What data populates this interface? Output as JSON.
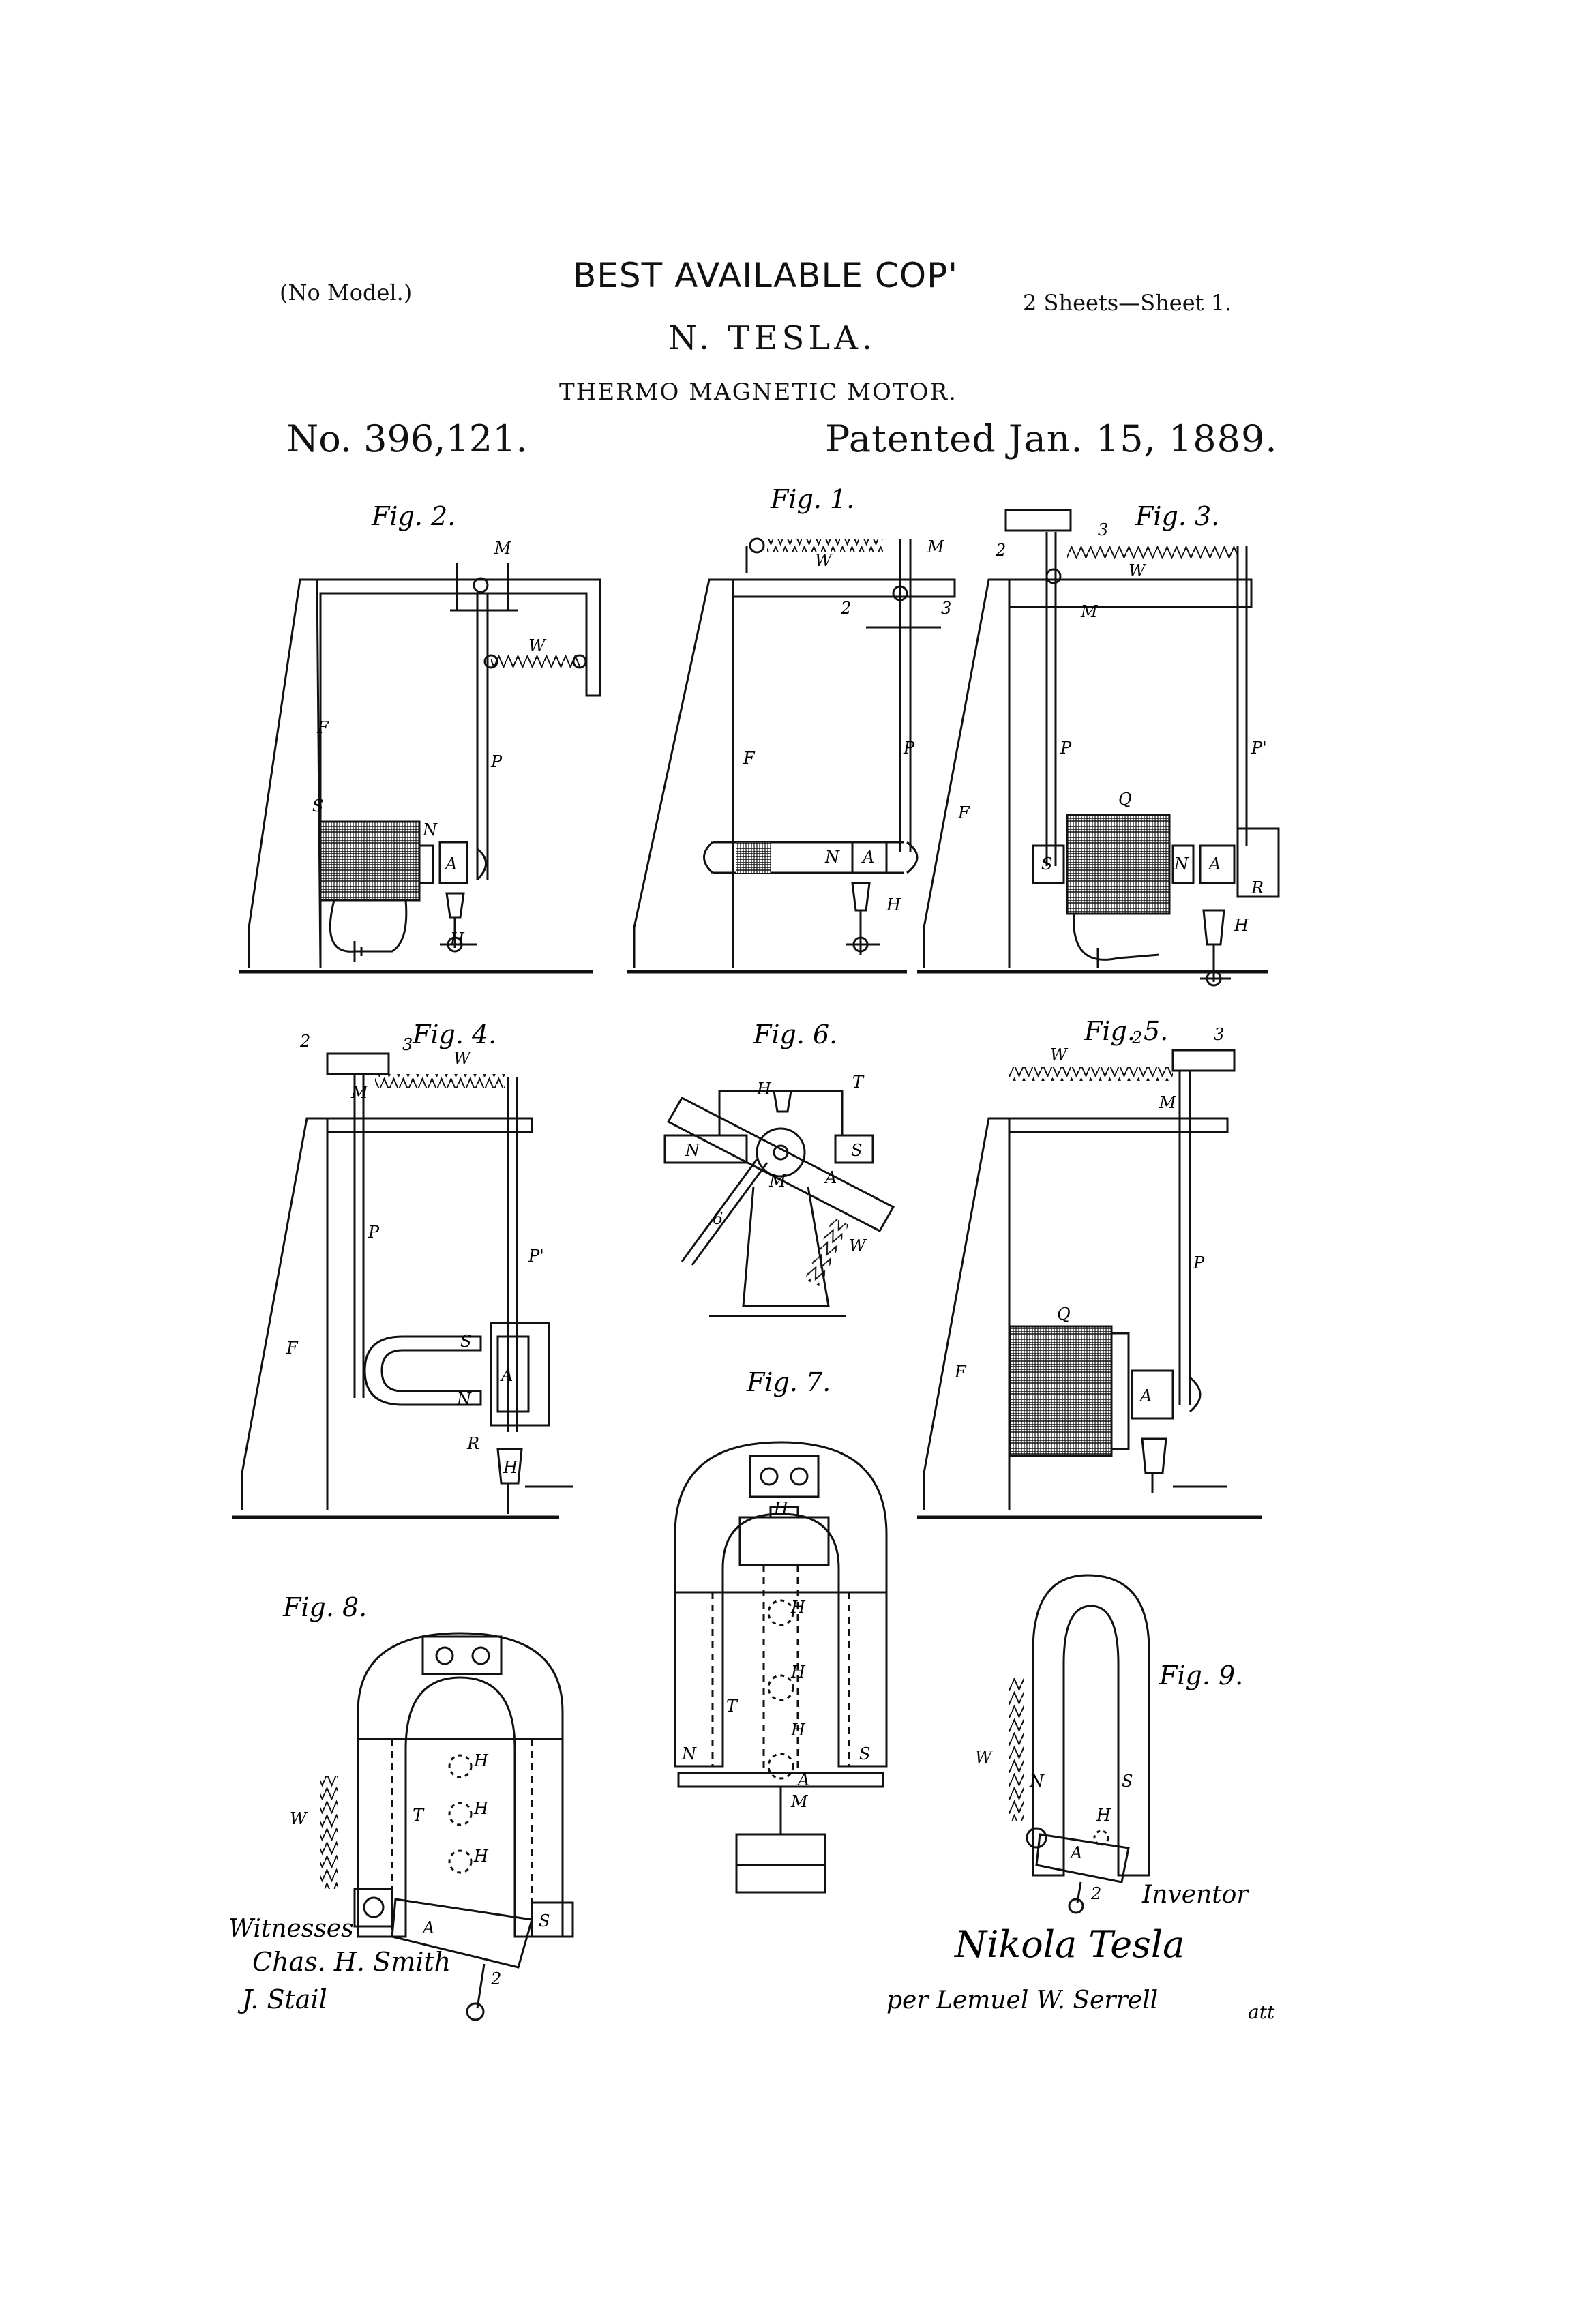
{
  "header": {
    "model": "(No Model.)",
    "stamp": "BEST AVAILABLE COP'",
    "sheets": "2 Sheets—Sheet 1.",
    "inventor": "N. TESLA.",
    "title": "THERMO MAGNETIC MOTOR.",
    "patent_number": "No. 396,121.",
    "patent_date": "Patented Jan. 15, 1889."
  },
  "figures": {
    "fig1": "Fig. 1.",
    "fig2": "Fig. 2.",
    "fig3": "Fig. 3.",
    "fig4": "Fig. 4.",
    "fig5": "Fig. 5.",
    "fig6": "Fig. 6.",
    "fig7": "Fig. 7.",
    "fig8": "Fig. 8.",
    "fig9": "Fig. 9."
  },
  "letters": {
    "F": "F",
    "P": "P",
    "P1": "P'",
    "M": "M",
    "W": "W",
    "A": "A",
    "N": "N",
    "S": "S",
    "H": "H",
    "Q": "Q",
    "R": "R",
    "T": "T",
    "two": "2",
    "three": "3",
    "six": "6"
  },
  "signatures": {
    "witnesses": "Witnesses",
    "witness1": "Chas. H. Smith",
    "witness2": "J. Stail",
    "inventor_label": "Inventor",
    "inventor_name": "Nikola Tesla",
    "attorney": "per Lemuel W. Serrell",
    "atty": "att"
  }
}
